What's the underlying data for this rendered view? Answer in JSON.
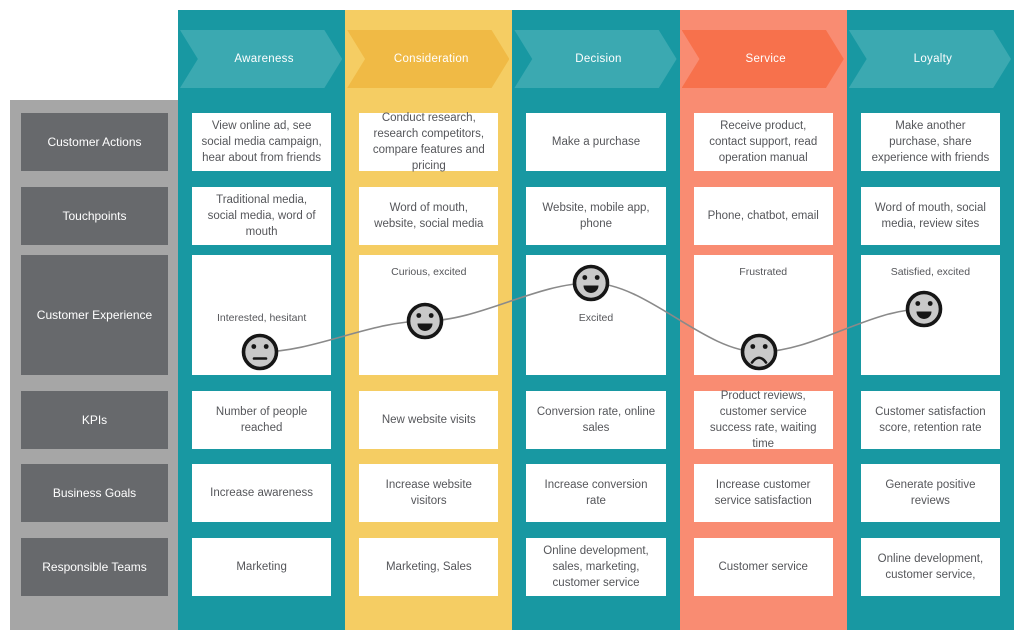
{
  "title": "Customer Journey Map",
  "palette": {
    "teal": "#1898a2",
    "teal-arrow": "#3ba9b1",
    "yellow": "#f5cd63",
    "yellow-arrow": "#f0ba45",
    "salmon": "#f98c72",
    "salmon-arrow": "#f7714c",
    "sidebar-bg": "#a6a6a6",
    "sidebar-box": "#67696c",
    "face-fill": "#c9c9c9",
    "face-stroke": "#161616",
    "curve-color": "#8a8a8a",
    "cell-text": "#55565a"
  },
  "sidebar": {
    "rows": [
      "Customer Actions",
      "Touchpoints",
      "Customer Experience",
      "KPIs",
      "Business Goals",
      "Responsible Teams"
    ]
  },
  "columns": [
    {
      "stage": "Awareness",
      "theme": "teal",
      "actions": "View online ad, see social media campaign, hear about from friends",
      "touchpoints": "Traditional media, social media, word of mouth",
      "experience": {
        "label": "Interested, hesitant",
        "mood": "neutral"
      },
      "kpis": "Number of people reached",
      "goals": "Increase awareness",
      "teams": "Marketing"
    },
    {
      "stage": "Consideration",
      "theme": "yellow",
      "actions": "Conduct research, research competitors, compare features and pricing",
      "touchpoints": "Word of mouth, website, social media",
      "experience": {
        "label": "Curious, excited",
        "mood": "happy"
      },
      "kpis": "New website visits",
      "goals": "Increase website visitors",
      "teams": "Marketing, Sales"
    },
    {
      "stage": "Decision",
      "theme": "teal",
      "actions": "Make a purchase",
      "touchpoints": "Website, mobile app, phone",
      "experience": {
        "label": "Excited",
        "mood": "happy"
      },
      "kpis": "Conversion rate, online sales",
      "goals": "Increase conversion rate",
      "teams": "Online development, sales, marketing, customer service"
    },
    {
      "stage": "Service",
      "theme": "salmon",
      "actions": "Receive product, contact support, read operation manual",
      "touchpoints": "Phone, chatbot, email",
      "experience": {
        "label": "Frustrated",
        "mood": "sad"
      },
      "kpis": "Product reviews, customer service success rate, waiting time",
      "goals": "Increase customer service satisfaction",
      "teams": "Customer service"
    },
    {
      "stage": "Loyalty",
      "theme": "teal",
      "actions": "Make another purchase, share experience with friends",
      "touchpoints": "Word of mouth, social media, review sites",
      "experience": {
        "label": "Satisfied, excited",
        "mood": "happy"
      },
      "kpis": "Customer satisfaction score, retention rate",
      "goals": "Generate positive reviews",
      "teams": "Online development, customer service,"
    }
  ]
}
